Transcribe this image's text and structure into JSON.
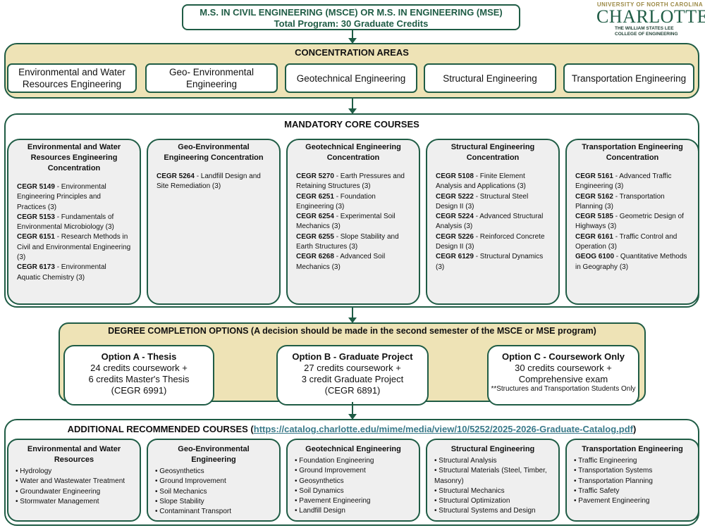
{
  "title": {
    "line1": "M.S. IN CIVIL ENGINEERING (MSCE) OR M.S. IN ENGINEERING (MSE)",
    "line2": "Total Program: 30 Graduate Credits"
  },
  "logo": {
    "top": "UNIVERSITY OF NORTH CAROLINA",
    "main": "CHARLOTTE",
    "sub1": "THE WILLIAM STATES LEE",
    "sub2": "COLLEGE OF ENGINEERING"
  },
  "concentration": {
    "title": "CONCENTRATION AREAS",
    "items": [
      "Environmental and Water Resources Engineering",
      "Geo- Environmental Engineering",
      "Geotechnical Engineering",
      "Structural Engineering",
      "Transportation Engineering"
    ]
  },
  "core": {
    "title": "MANDATORY CORE COURSES",
    "columns": [
      {
        "title": "Environmental and Water Resources Engineering Concentration",
        "courses": [
          {
            "code": "CEGR 5149",
            "desc": " - Environmental Engineering Principles and Practices (3)"
          },
          {
            "code": "CEGR 5153",
            "desc": " - Fundamentals of Environmental  Microbiology (3)"
          },
          {
            "code": "CEGR 6151",
            "desc": " - Research Methods in Civil and Environmental  Engineering (3)"
          },
          {
            "code": "CEGR 6173",
            "desc": " - Environmental Aquatic Chemistry (3)"
          }
        ]
      },
      {
        "title": "Geo-Environmental Engineering Concentration",
        "courses": [
          {
            "code": "CEGR 5264",
            "desc": " - Landfill Design and Site Remediation (3)"
          }
        ]
      },
      {
        "title": "Geotechnical Engineering Concentration",
        "courses": [
          {
            "code": "CEGR 5270",
            "desc": " - Earth Pressures and Retaining Structures (3)"
          },
          {
            "code": "CEGR 6251",
            "desc": " - Foundation Engineering (3)"
          },
          {
            "code": "CEGR 6254",
            "desc": " - Experimental Soil Mechanics (3)"
          },
          {
            "code": "CEGR 6255",
            "desc": " - Slope Stability and Earth Structures (3)"
          },
          {
            "code": "CEGR 6268",
            "desc": " - Advanced Soil Mechanics (3)"
          }
        ]
      },
      {
        "title": "Structural Engineering Concentration",
        "courses": [
          {
            "code": "CEGR 5108",
            "desc": " - Finite Element Analysis and Applications (3)"
          },
          {
            "code": "CEGR 5222",
            "desc": " - Structural Steel Design II (3)"
          },
          {
            "code": "CEGR 5224",
            "desc": " - Advanced Structural Analysis (3)"
          },
          {
            "code": "CEGR 5226",
            "desc": " - Reinforced Concrete Design II (3)"
          },
          {
            "code": "CEGR 6129",
            "desc": " - Structural Dynamics (3)"
          }
        ]
      },
      {
        "title": "Transportation Engineering Concentration",
        "courses": [
          {
            "code": "CEGR 5161",
            "desc": " - Advanced Traffic Engineering (3)"
          },
          {
            "code": "CEGR 5162",
            "desc": " - Transportation Planning (3)"
          },
          {
            "code": "CEGR 5185",
            "desc": " - Geometric Design of Highways (3)"
          },
          {
            "code": "CEGR 6161",
            "desc": " - Traffic Control and Operation (3)"
          },
          {
            "code": "GEOG 6100",
            "desc": " - Quantitative Methods in Geography (3)"
          }
        ]
      }
    ]
  },
  "options": {
    "title": "DEGREE COMPLETION OPTIONS (A decision should be made in the second semester of the MSCE or MSE program)",
    "a": {
      "title": "Option A - Thesis",
      "l1": "24 credits coursework +",
      "l2": "6 credits Master's Thesis",
      "l3": "(CEGR 6991)"
    },
    "b": {
      "title": "Option B - Graduate Project",
      "l1": "27 credits coursework +",
      "l2": "3 credit Graduate Project",
      "l3": "(CEGR 6891)"
    },
    "c": {
      "title": "Option C - Coursework Only",
      "l1": "30 credits coursework +",
      "l2": "Comprehensive exam",
      "note": "**Structures and Transportation Students Only"
    }
  },
  "additional": {
    "title_prefix": "ADDITIONAL RECOMMENDED COURSES (",
    "link": "https://catalog.charlotte.edu/mime/media/view/10/5252/2025-2026-Graduate-Catalog.pdf",
    "title_suffix": ")",
    "columns": [
      {
        "title": "Environmental and Water Resources",
        "items": [
          "Hydrology",
          "Water and Wastewater Treatment",
          "Groundwater Engineering",
          "Stormwater Management"
        ]
      },
      {
        "title": "Geo-Environmental Engineering",
        "items": [
          "Geosynthetics",
          "Ground Improvement",
          "Soil Mechanics",
          "Slope Stability",
          "Contaminant Transport"
        ]
      },
      {
        "title": "Geotechnical Engineering",
        "items": [
          "Foundation Engineering",
          "Ground Improvement",
          "Geosynthetics",
          "Soil Dynamics",
          "Pavement Engineering",
          "Landfill Design"
        ]
      },
      {
        "title": "Structural Engineering",
        "items": [
          "Structural Analysis",
          "Structural Materials (Steel, Timber, Masonry)",
          "Structural Mechanics",
          "Structural Optimization",
          "Structural Systems and Design"
        ]
      },
      {
        "title": "Transportation Engineering",
        "items": [
          "Traffic Engineering",
          "Transportation Systems",
          "Transportation Planning",
          "Traffic Safety",
          "Pavement Engineering"
        ]
      }
    ]
  }
}
